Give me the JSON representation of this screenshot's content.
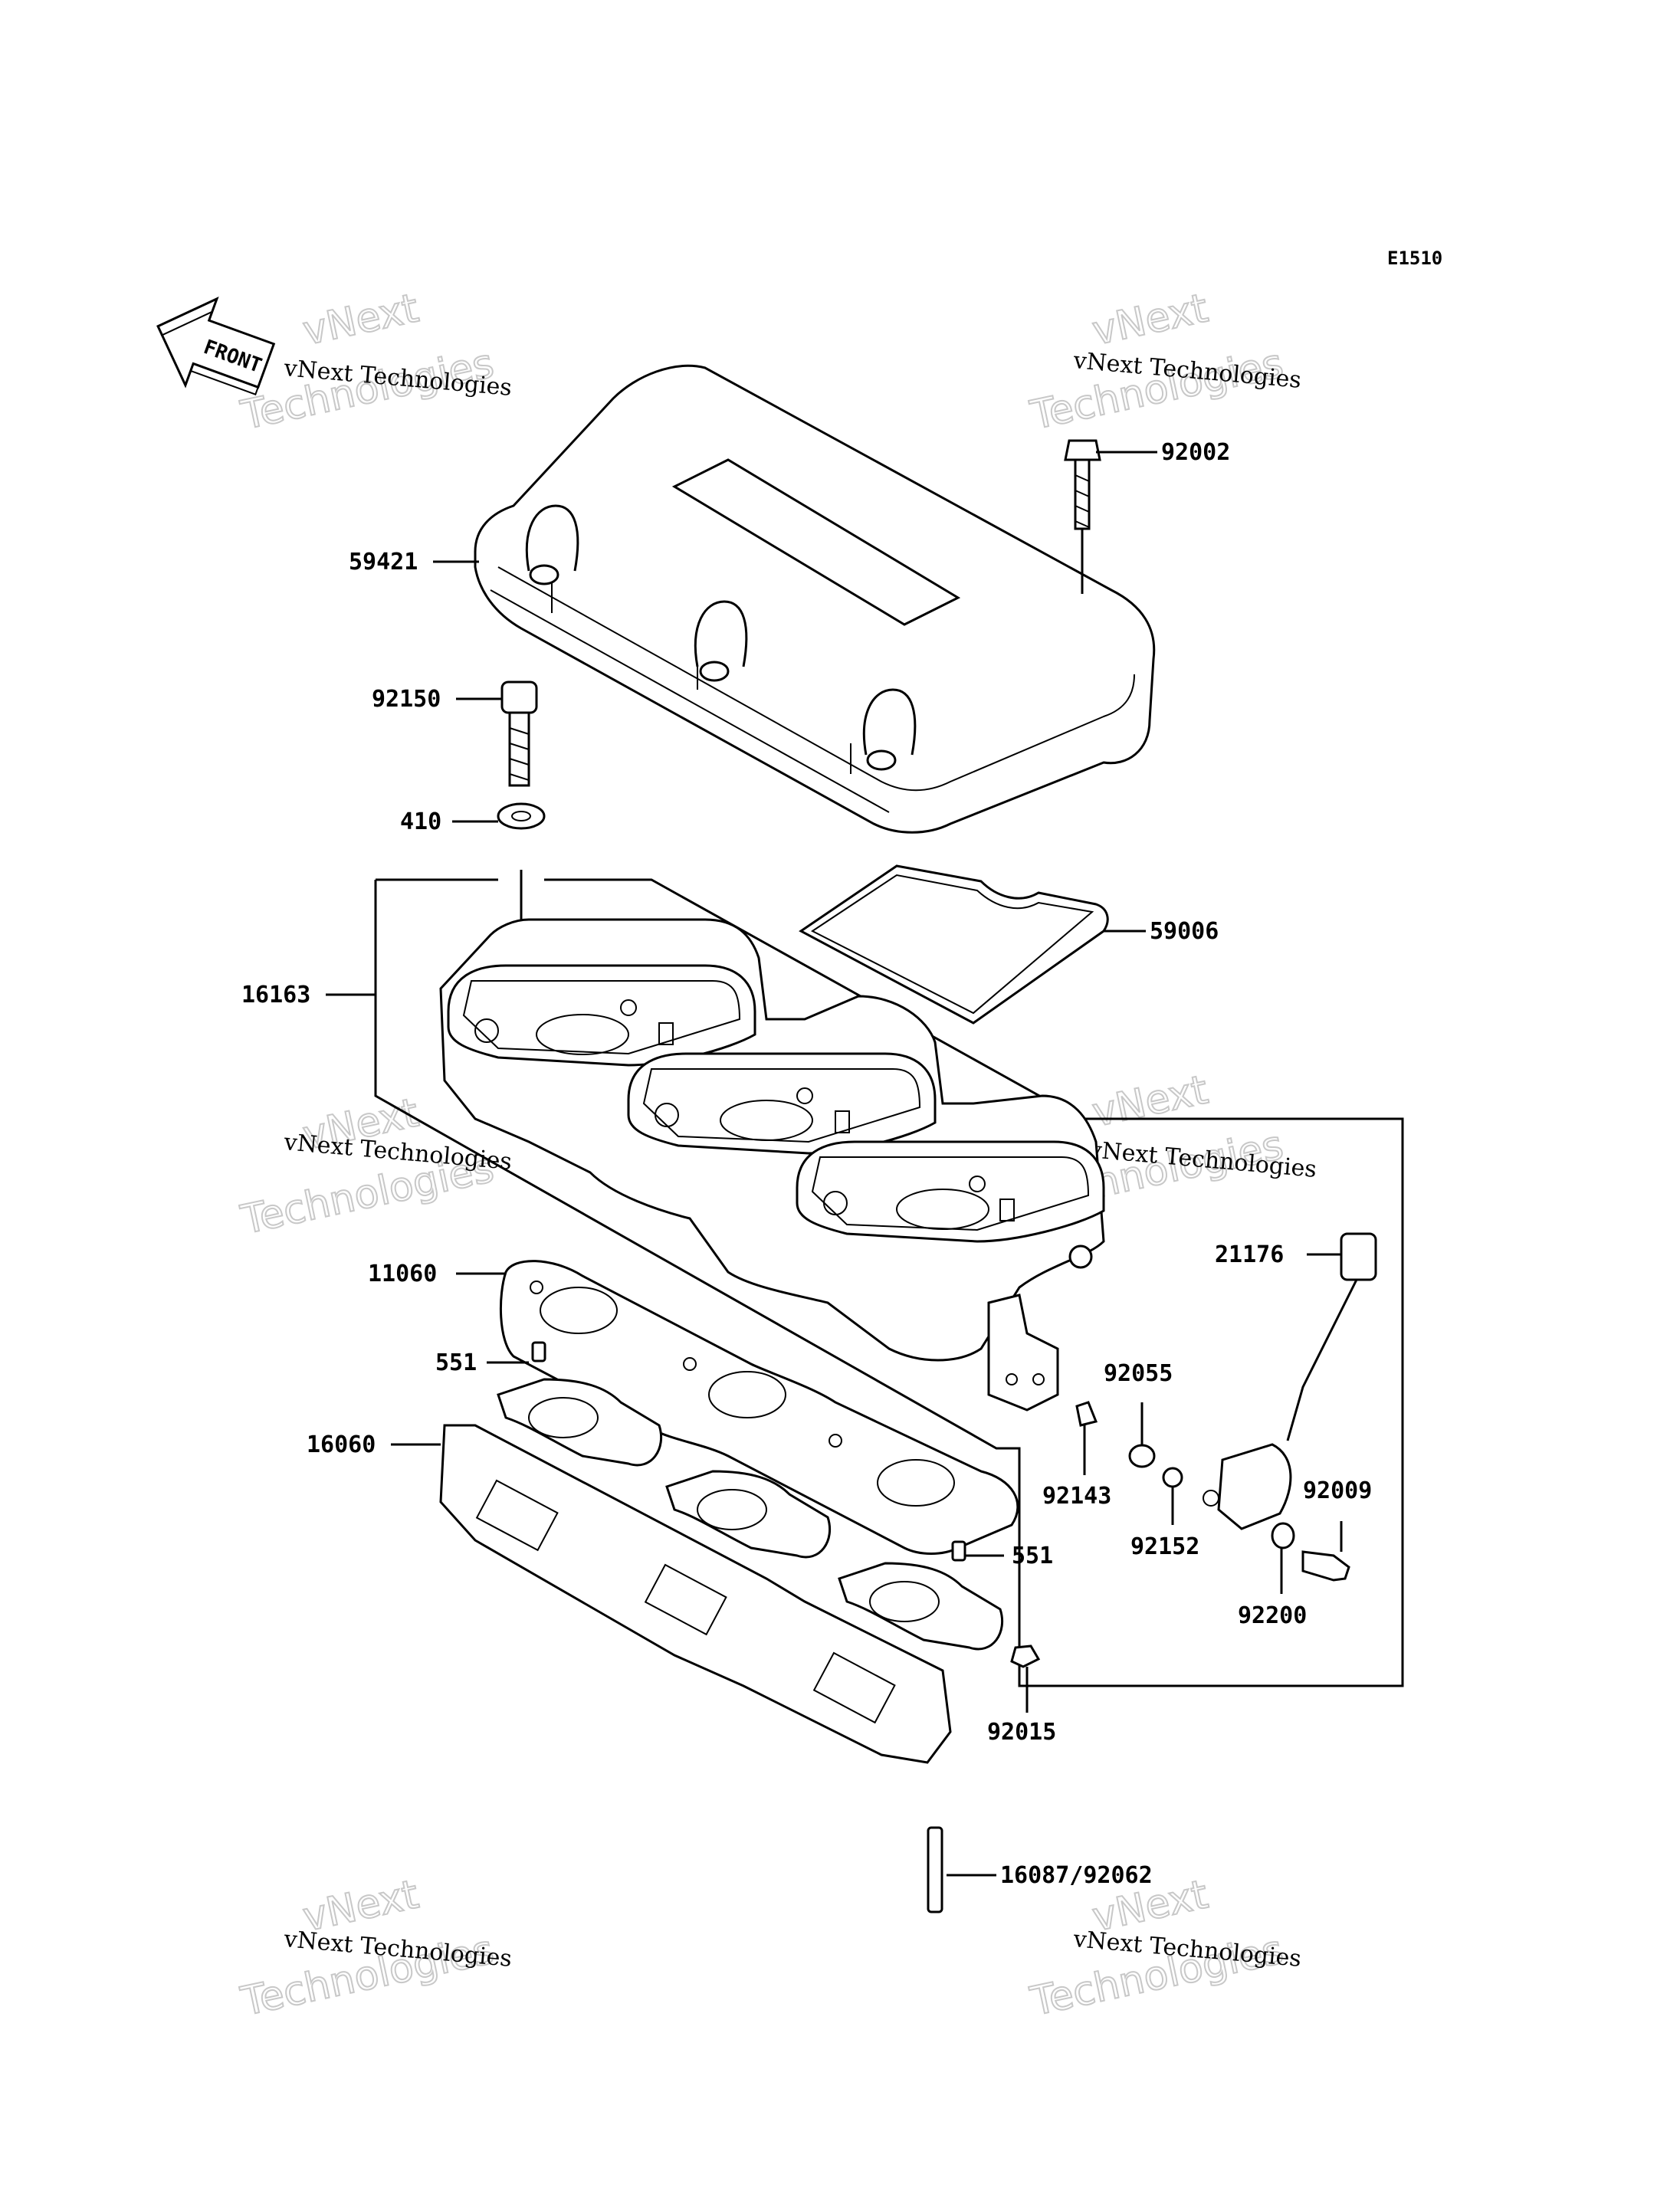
{
  "diagram_code": "E1510",
  "front_indicator": "FRONT",
  "watermark": {
    "line1": "vNext Technologies",
    "line2": "vNext",
    "line3": "Technologies"
  },
  "parts": {
    "p92002": "92002",
    "p59421": "59421",
    "p92150": "92150",
    "p410": "410",
    "p59006": "59006",
    "p16163": "16163",
    "p21176": "21176",
    "p11060": "11060",
    "p551a": "551",
    "p92055": "92055",
    "p16060": "16060",
    "p92143": "92143",
    "p92009": "92009",
    "p92152": "92152",
    "p551b": "551",
    "p92200": "92200",
    "p92015": "92015",
    "p16087": "16087/92062"
  }
}
